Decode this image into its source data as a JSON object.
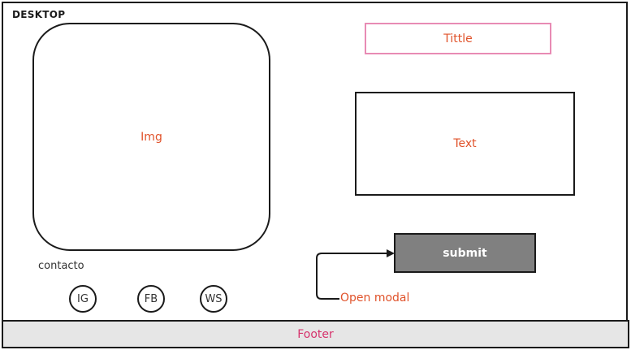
{
  "frame": {
    "label": "DESKTOP"
  },
  "image_placeholder": {
    "label": "Img"
  },
  "title_placeholder": {
    "label": "Tittle"
  },
  "text_placeholder": {
    "label": "Text"
  },
  "submit": {
    "label": "submit"
  },
  "connector": {
    "label": "Open modal"
  },
  "contact": {
    "label": "contacto",
    "social": [
      "IG",
      "FB",
      "WS"
    ]
  },
  "footer": {
    "label": "Footer"
  },
  "colors": {
    "accent_text": "#e0522a",
    "title_border": "#e88bb4",
    "footer_text": "#d6336c",
    "button_fill": "#808080",
    "footer_fill": "#e6e6e6"
  }
}
